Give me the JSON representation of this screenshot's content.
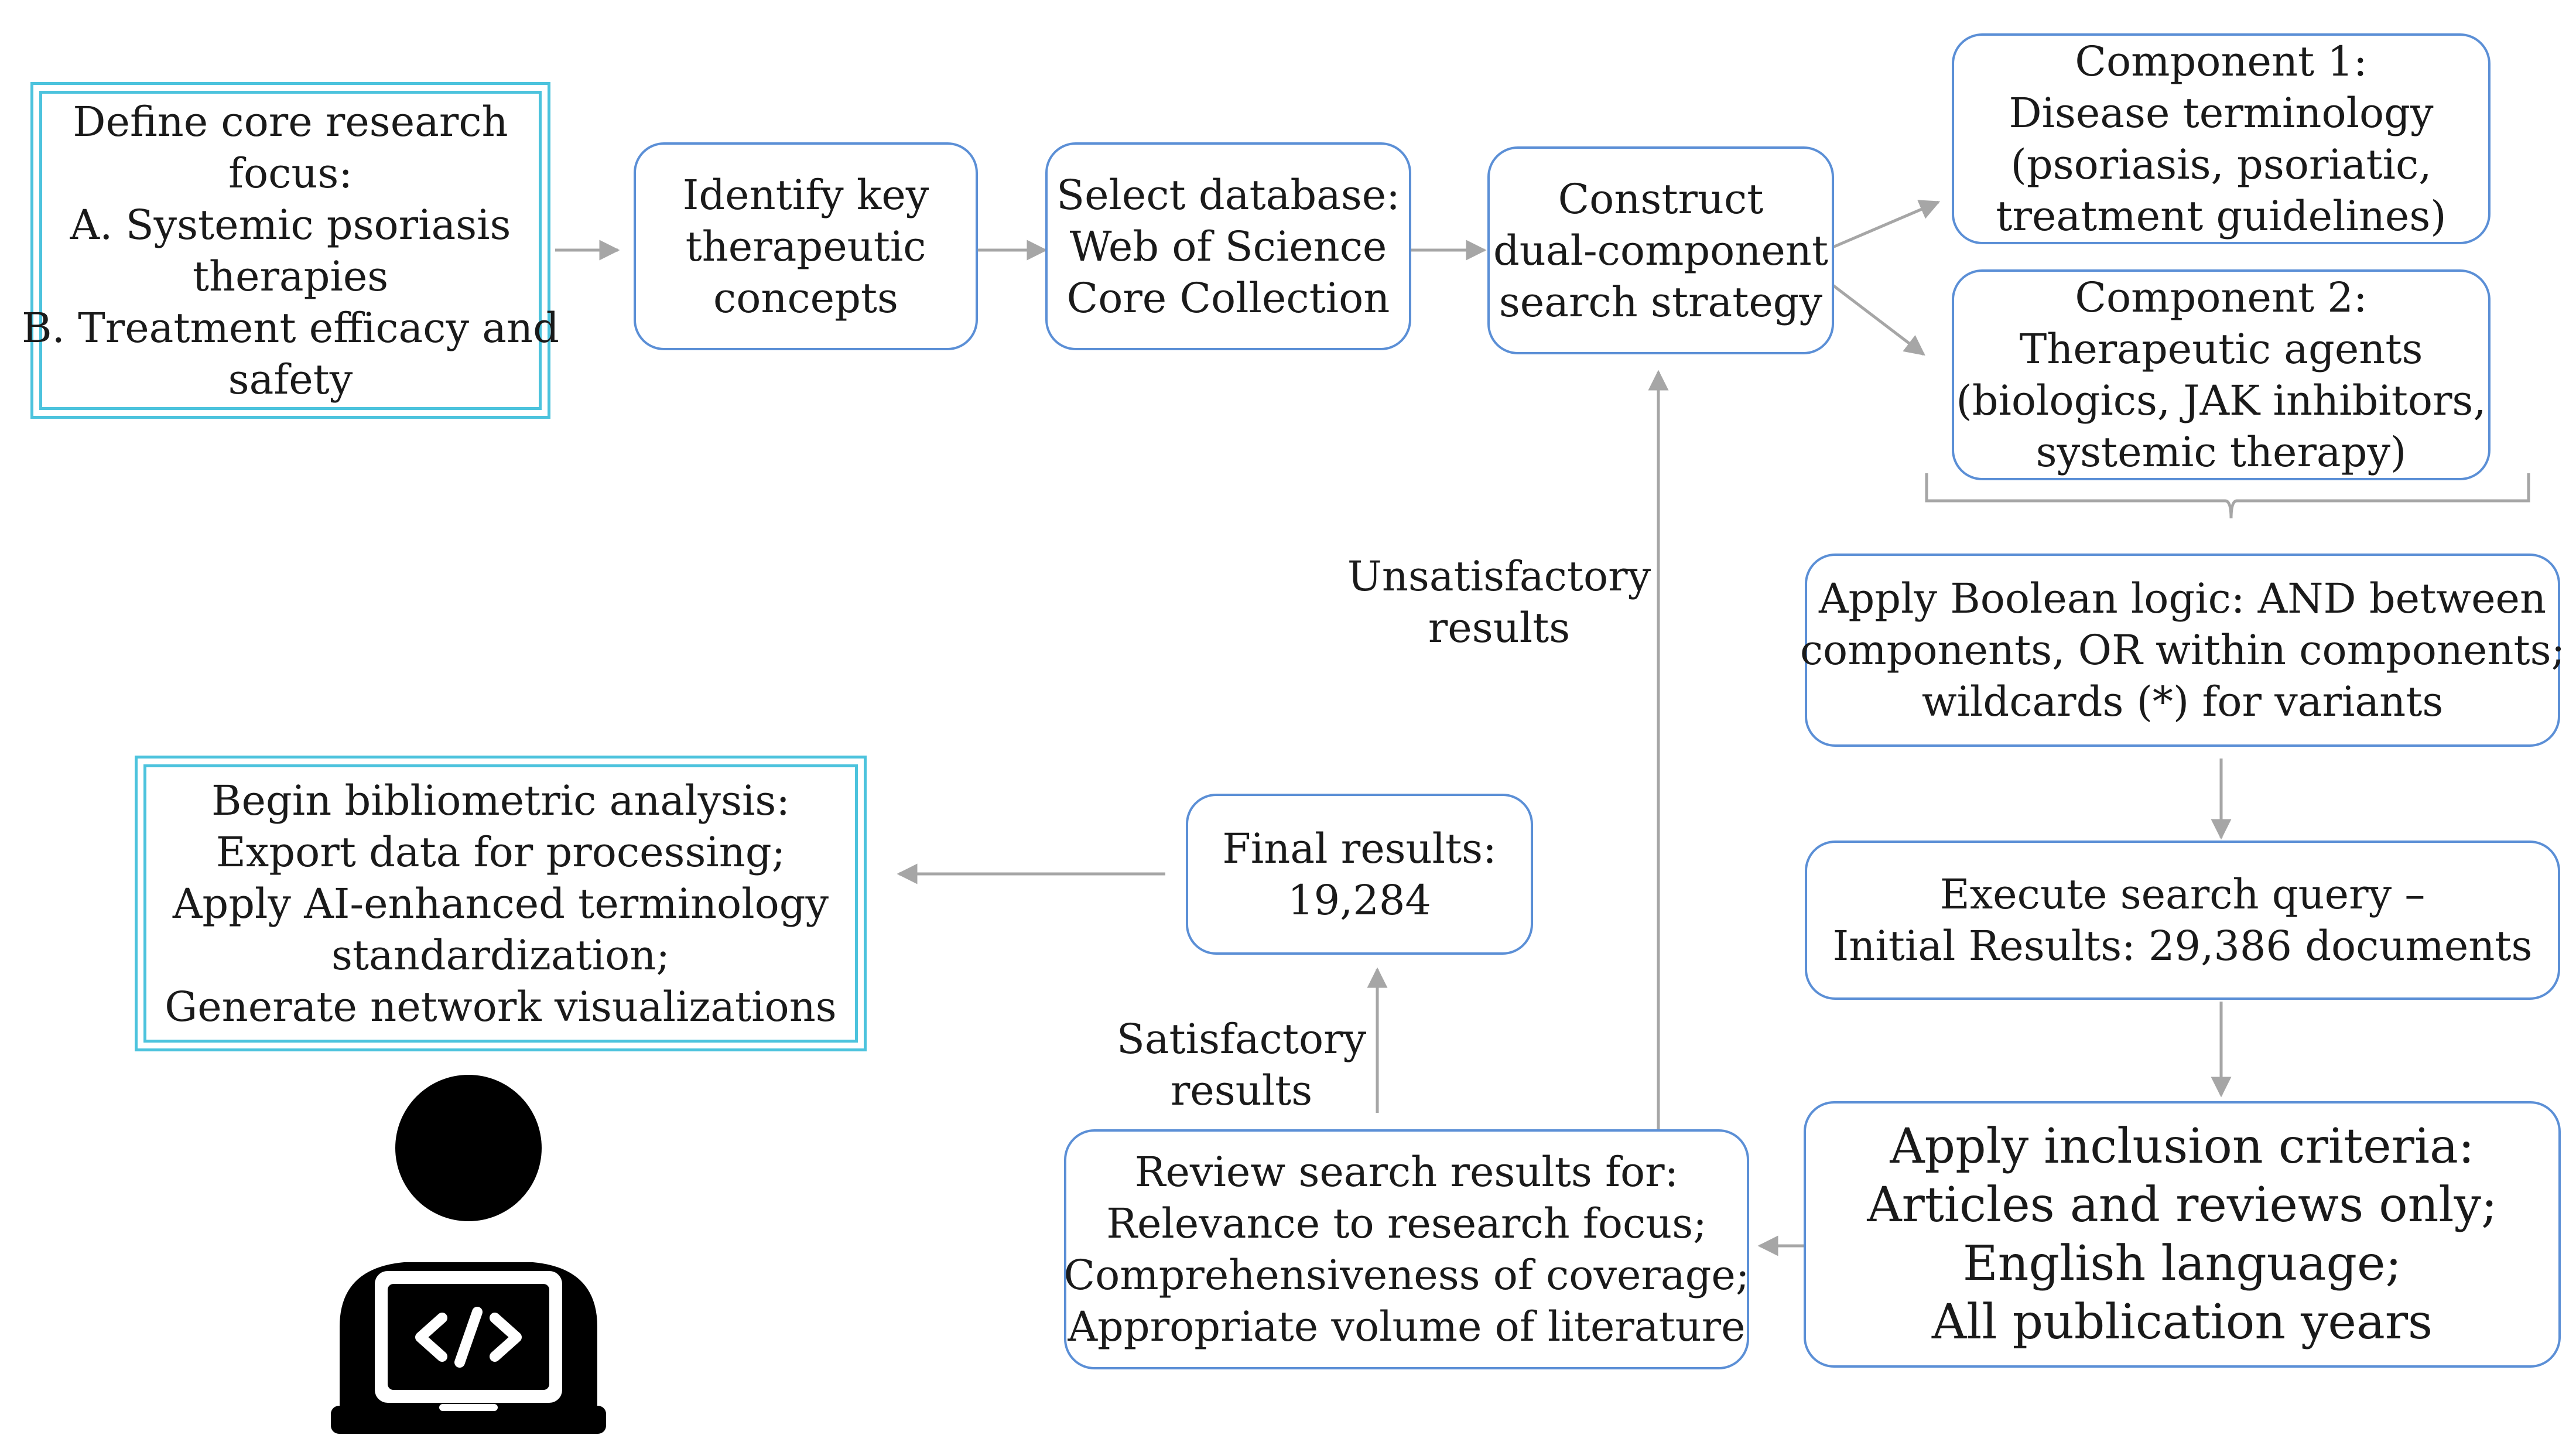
{
  "nodes": {
    "define_focus": [
      "Define core research",
      "focus:",
      "A. Systemic psoriasis",
      "therapies",
      "B. Treatment efficacy and",
      "safety"
    ],
    "identify_concepts": [
      "Identify key",
      "therapeutic",
      "concepts"
    ],
    "select_database": [
      "Select database:",
      "Web of Science",
      "Core Collection"
    ],
    "construct_strategy": [
      "Construct",
      "dual-component",
      "search strategy"
    ],
    "component1": [
      "Component 1:",
      "Disease terminology",
      "(psoriasis, psoriatic,",
      "treatment guidelines)"
    ],
    "component2": [
      "Component 2:",
      "Therapeutic agents",
      "(biologics, JAK inhibitors,",
      "systemic therapy)"
    ],
    "boolean_logic": [
      "Apply Boolean logic: AND between",
      "components, OR within components;",
      "wildcards (*) for variants"
    ],
    "execute_query": [
      "Execute search query –",
      "Initial Results: 29,386 documents"
    ],
    "inclusion_criteria": [
      "Apply inclusion criteria:",
      "Articles and reviews only;",
      "English language;",
      "All publication years"
    ],
    "review_results": [
      "Review search results for:",
      "Relevance to research focus;",
      "Comprehensiveness of coverage;",
      "Appropriate volume of literature"
    ],
    "final_results": [
      "Final results:",
      "19,284"
    ],
    "begin_analysis": [
      "Begin bibliometric analysis:",
      "Export data for processing;",
      "Apply AI-enhanced terminology",
      "standardization;",
      "Generate network visualizations"
    ]
  },
  "edge_labels": {
    "unsatisfactory": [
      "Unsatisfactory",
      "results"
    ],
    "satisfactory": [
      "Satisfactory",
      "results"
    ]
  },
  "icons": {
    "developer": "developer-laptop-icon"
  },
  "colors": {
    "box_border": "#5b8fd6",
    "double_border": "#4cc3dd",
    "arrow": "#a6a6a6",
    "icon": "#000000"
  }
}
